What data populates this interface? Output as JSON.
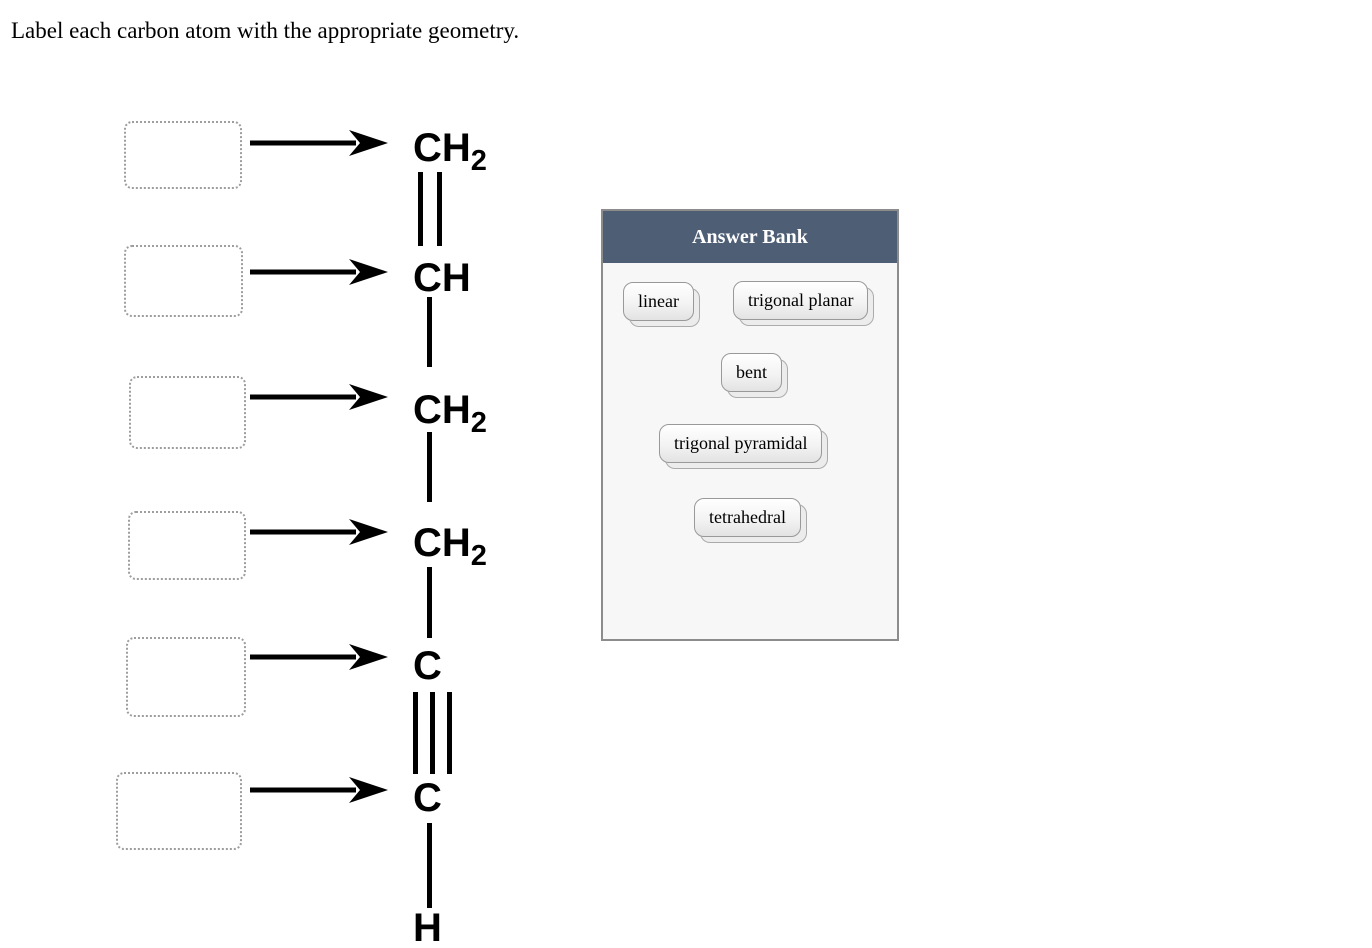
{
  "title": "Label each carbon atom with the appropriate geometry.",
  "molecule": {
    "atoms": [
      {
        "formula": "CH",
        "sub": "2"
      },
      {
        "formula": "CH",
        "sub": ""
      },
      {
        "formula": "CH",
        "sub": "2"
      },
      {
        "formula": "CH",
        "sub": "2"
      },
      {
        "formula": "C",
        "sub": ""
      },
      {
        "formula": "C",
        "sub": ""
      }
    ],
    "terminal_atom": "H",
    "bonds": [
      "double",
      "single",
      "single",
      "single",
      "triple",
      "single"
    ]
  },
  "drop_targets": {
    "count": 6,
    "value": "",
    "placeholder": ""
  },
  "answer_bank": {
    "title": "Answer Bank",
    "options": [
      "linear",
      "trigonal planar",
      "bent",
      "trigonal pyramidal",
      "tetrahedral"
    ],
    "header_color": "#4e5e75",
    "panel_background": "#f7f7f7"
  }
}
